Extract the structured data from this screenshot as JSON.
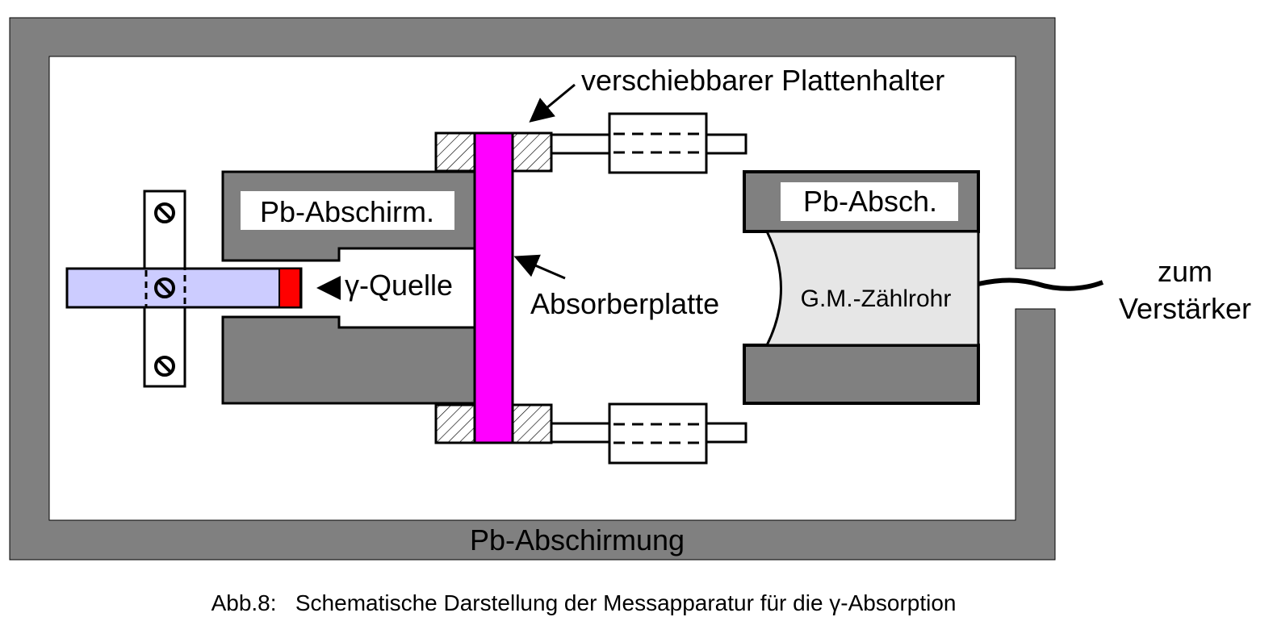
{
  "labels": {
    "outer_shield": "Pb-Abschirmung",
    "source_shield": "Pb-Abschirm.",
    "detector_shield": "Pb-Absch.",
    "source": "γ-Quelle",
    "absorber": "Absorberplatte",
    "holder": "verschiebbarer Plattenhalter",
    "detector": "G.M.-Zählrohr",
    "output_line1": "zum",
    "output_line2": "Verstärker"
  },
  "caption": {
    "number": "Abb.8:",
    "text": "Schematische Darstellung der Messapparatur für die γ-Absorption"
  },
  "colors": {
    "lead": "#808080",
    "absorber": "#ff00ff",
    "source_tip": "#ff0000",
    "source_rod": "#ccccff",
    "tube": "#e6e6e6"
  }
}
